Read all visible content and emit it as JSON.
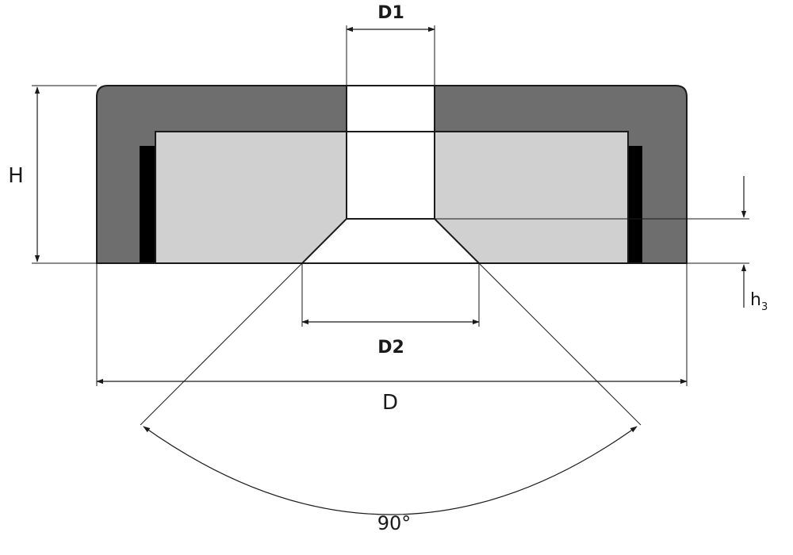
{
  "diagram": {
    "labels": {
      "d1": "D1",
      "d2": "D2",
      "d": "D",
      "h": "H",
      "h3_main": "h",
      "h3_sub": "3",
      "angle": "90°"
    },
    "colors": {
      "steel_cup": "#6e6e6e",
      "magnet": "#d0d0d0",
      "spacer": "#000000",
      "hole": "#ffffff",
      "outline": "#1a1a1a"
    }
  }
}
